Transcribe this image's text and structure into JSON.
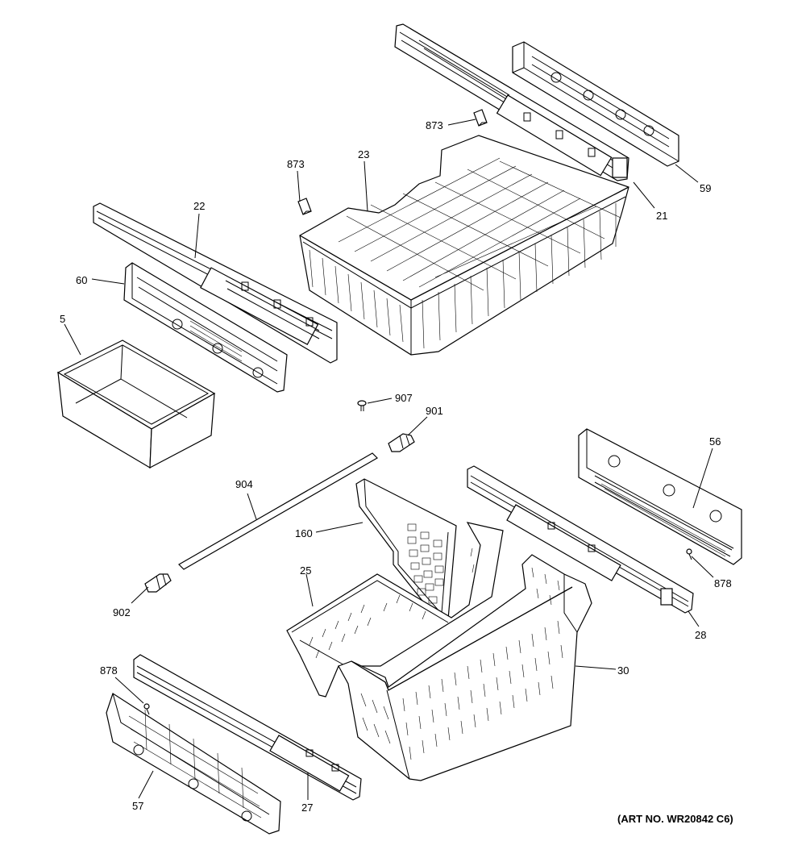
{
  "art_number": "(ART NO. WR20842 C6)",
  "callouts": {
    "c59": "59",
    "c21": "21",
    "c873a": "873",
    "c873b": "873",
    "c23": "23",
    "c22": "22",
    "c60": "60",
    "c5": "5",
    "c907": "907",
    "c901": "901",
    "c56": "56",
    "c904": "904",
    "c160": "160",
    "c25": "25",
    "c902": "902",
    "c878a": "878",
    "c28": "28",
    "c30": "30",
    "c878b": "878",
    "c57": "57",
    "c27": "27"
  }
}
